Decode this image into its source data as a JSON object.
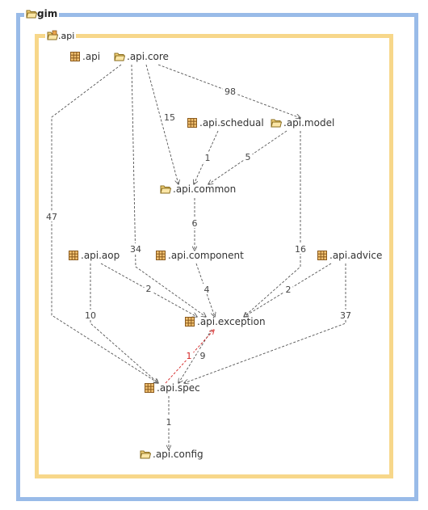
{
  "outer_title": "gim",
  "inner_title": ".api",
  "icons": {
    "folder": "folder-icon",
    "package": "package-icon"
  },
  "colors": {
    "outer_border": "#99bbe8",
    "inner_border": "#f7d78a",
    "edge": "#555555",
    "cycle_edge": "#d42222"
  },
  "nodes": [
    {
      "id": "api",
      "label": ".api",
      "icon": "package"
    },
    {
      "id": "core",
      "label": ".api.core",
      "icon": "folder"
    },
    {
      "id": "schedual",
      "label": ".api.schedual",
      "icon": "package"
    },
    {
      "id": "model",
      "label": ".api.model",
      "icon": "folder"
    },
    {
      "id": "common",
      "label": ".api.common",
      "icon": "folder"
    },
    {
      "id": "aop",
      "label": ".api.aop",
      "icon": "package"
    },
    {
      "id": "component",
      "label": ".api.component",
      "icon": "package"
    },
    {
      "id": "advice",
      "label": ".api.advice",
      "icon": "package"
    },
    {
      "id": "exception",
      "label": ".api.exception",
      "icon": "package"
    },
    {
      "id": "spec",
      "label": ".api.spec",
      "icon": "package"
    },
    {
      "id": "config",
      "label": ".api.config",
      "icon": "folder"
    }
  ],
  "edges": [
    {
      "from": "core",
      "to": "model",
      "label": "98"
    },
    {
      "from": "core",
      "to": "common",
      "label": "15"
    },
    {
      "from": "core",
      "to": "spec",
      "label": "47"
    },
    {
      "from": "core",
      "to": "exception",
      "label": "34"
    },
    {
      "from": "schedual",
      "to": "common",
      "label": "1"
    },
    {
      "from": "model",
      "to": "common",
      "label": "5"
    },
    {
      "from": "model",
      "to": "exception",
      "label": "16"
    },
    {
      "from": "common",
      "to": "component",
      "label": "6"
    },
    {
      "from": "aop",
      "to": "exception",
      "label": "2"
    },
    {
      "from": "aop",
      "to": "spec",
      "label": "10"
    },
    {
      "from": "component",
      "to": "exception",
      "label": "4"
    },
    {
      "from": "advice",
      "to": "exception",
      "label": "2"
    },
    {
      "from": "advice",
      "to": "spec",
      "label": "37"
    },
    {
      "from": "exception",
      "to": "spec",
      "label": "9"
    },
    {
      "from": "spec",
      "to": "exception",
      "label": "1",
      "cycle": true
    },
    {
      "from": "spec",
      "to": "config",
      "label": "1"
    }
  ]
}
